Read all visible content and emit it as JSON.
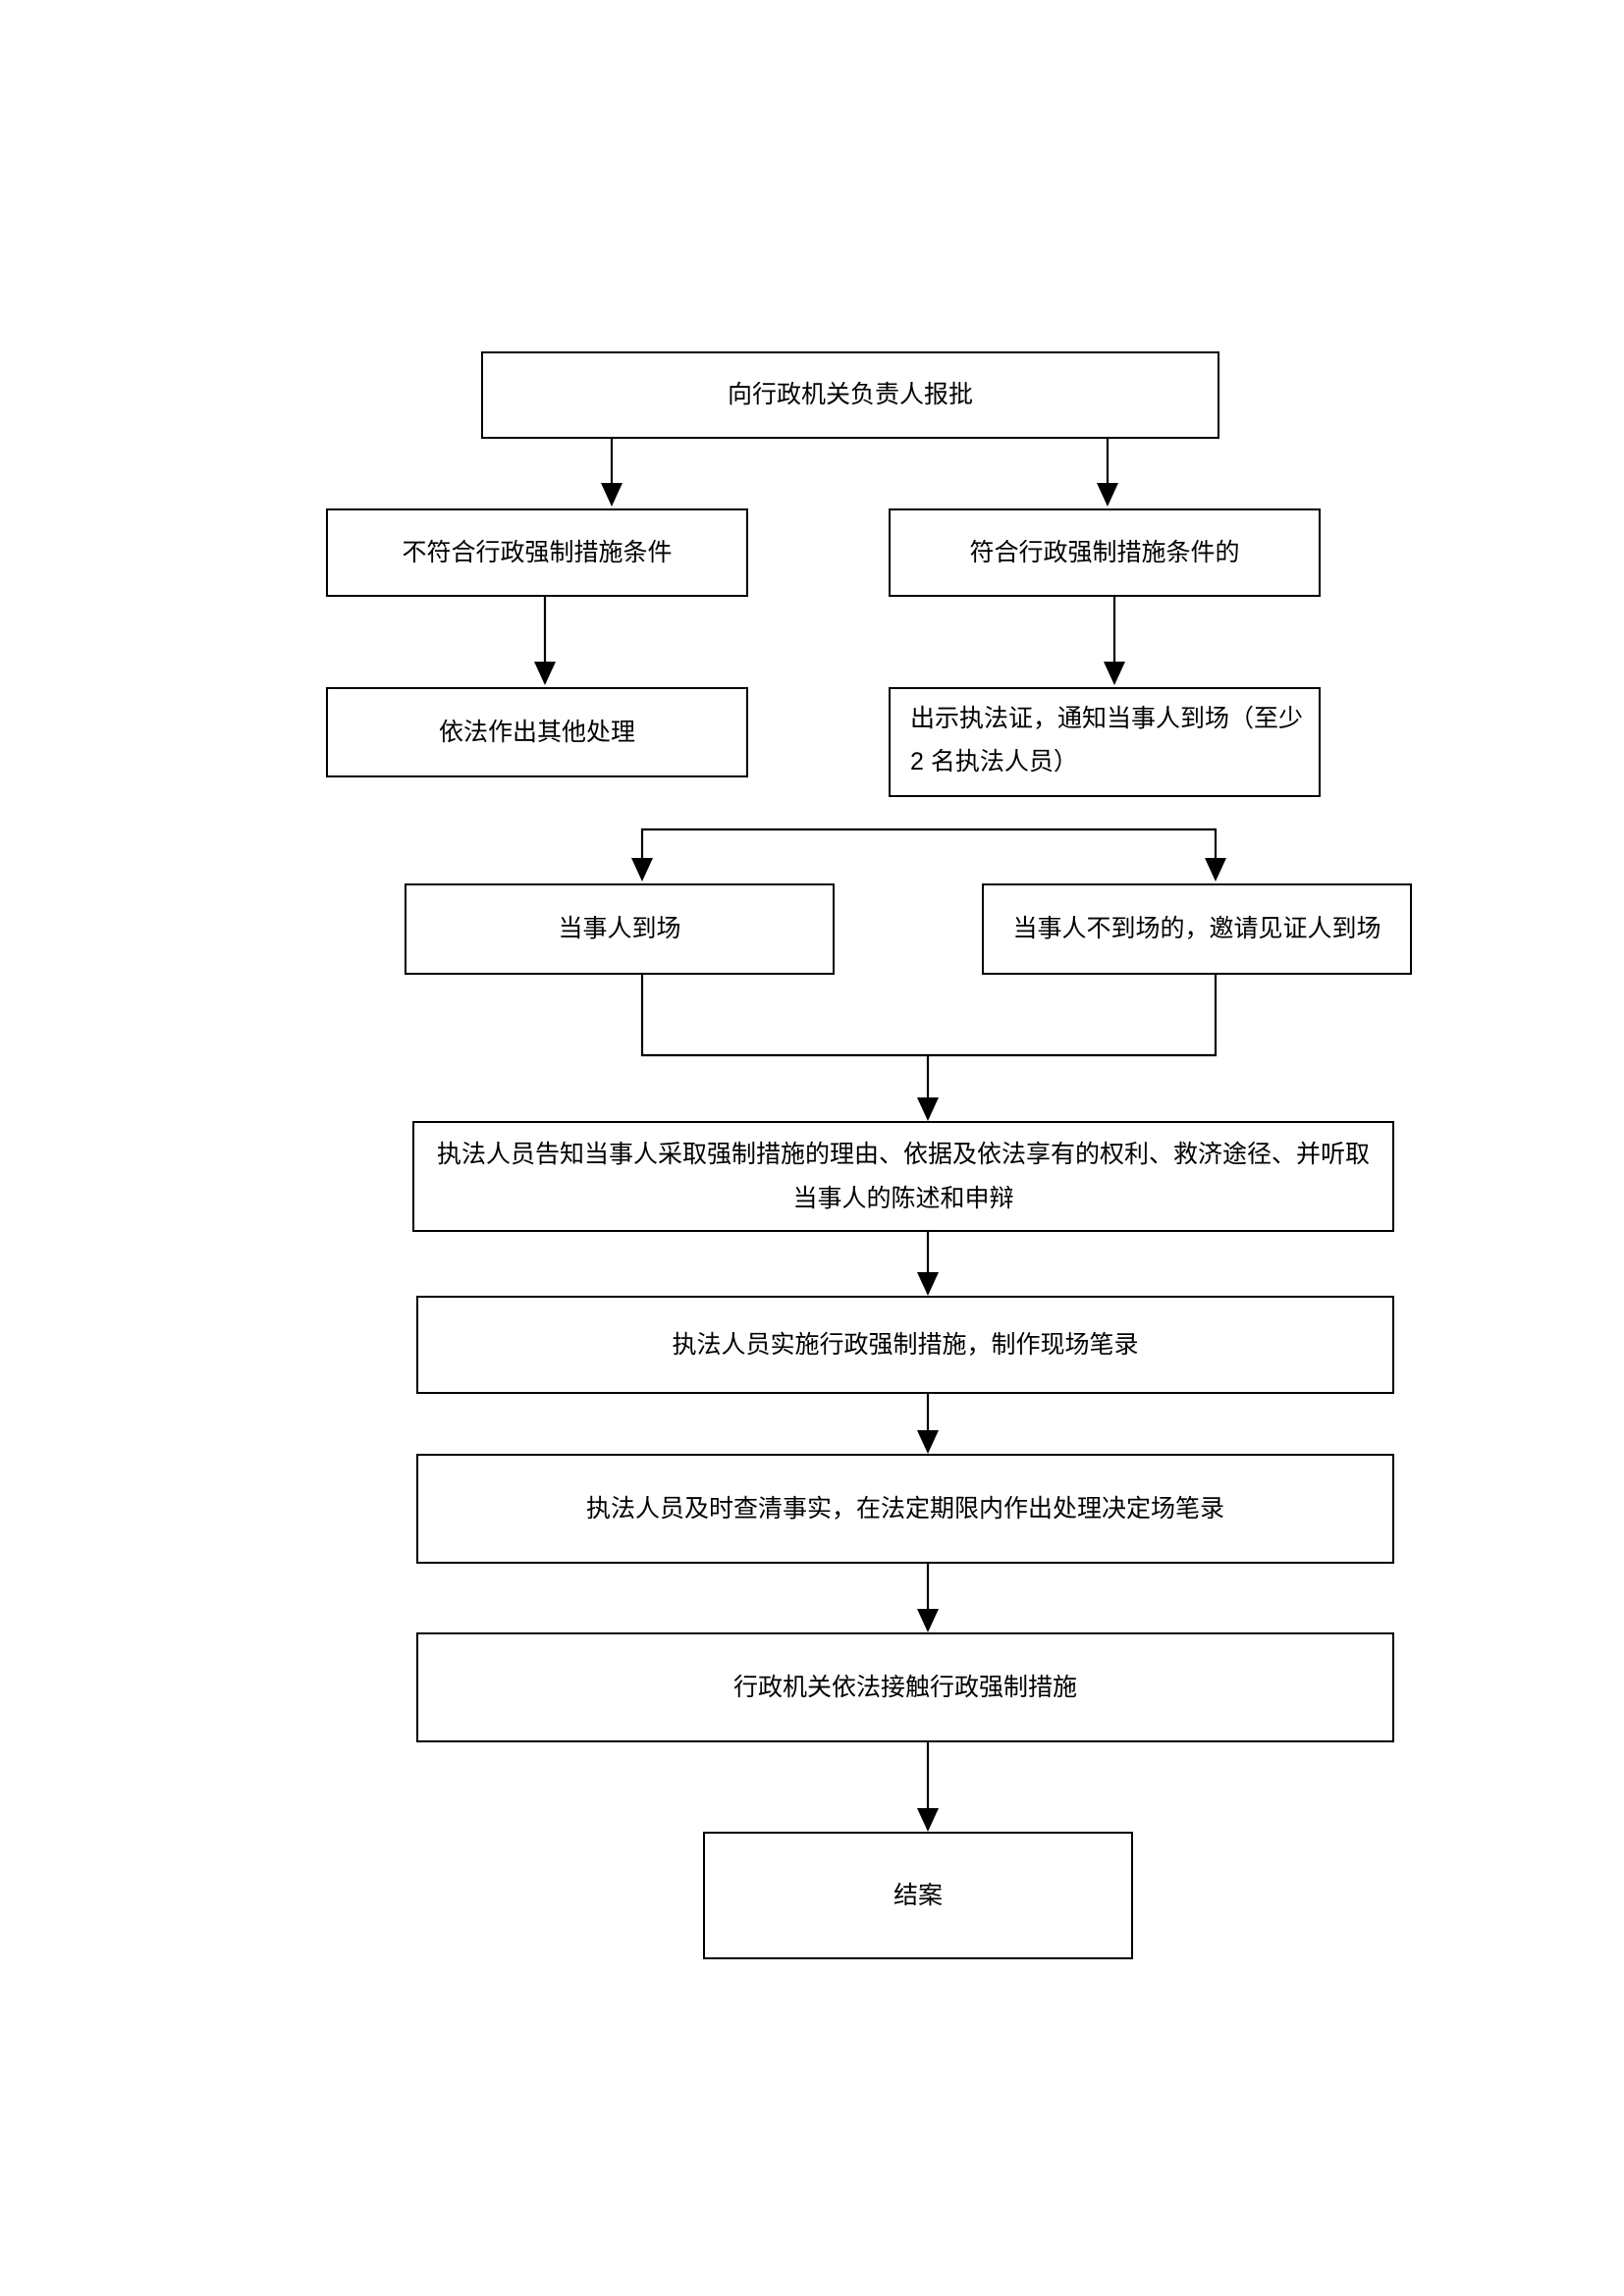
{
  "page": {
    "background_color": "#ffffff",
    "line_color": "#000000",
    "diagram_type": "flowchart"
  },
  "nodes": {
    "report": {
      "text": "向行政机关负责人报批"
    },
    "not_meet": {
      "text": "不符合行政强制措施条件"
    },
    "meet": {
      "text": "符合行政强制措施条件的"
    },
    "other": {
      "text": "依法作出其他处理"
    },
    "show_id": {
      "text": "出示执法证，通知当事人到场（至少\n2 名执法人员）"
    },
    "present": {
      "text": "当事人到场"
    },
    "absent": {
      "text": "当事人不到场的，邀请见证人到场"
    },
    "inform": {
      "text": "执法人员告知当事人采取强制措施的理由、依据及依法享有的权利、救济途径、并听取\n当事人的陈述和申辩"
    },
    "implement": {
      "text": "执法人员实施行政强制措施，制作现场笔录"
    },
    "decide": {
      "text": "执法人员及时查清事实，在法定期限内作出处理决定场笔录"
    },
    "lift": {
      "text": "行政机关依法接触行政强制措施"
    },
    "close": {
      "text": "结案"
    }
  },
  "edges": [
    {
      "from": "report",
      "to": "not_meet"
    },
    {
      "from": "report",
      "to": "meet"
    },
    {
      "from": "not_meet",
      "to": "other"
    },
    {
      "from": "meet",
      "to": "show_id"
    },
    {
      "from": "show_id",
      "to": "present"
    },
    {
      "from": "show_id",
      "to": "absent"
    },
    {
      "from": "present",
      "to": "inform"
    },
    {
      "from": "absent",
      "to": "inform"
    },
    {
      "from": "inform",
      "to": "implement"
    },
    {
      "from": "implement",
      "to": "decide"
    },
    {
      "from": "decide",
      "to": "lift"
    },
    {
      "from": "lift",
      "to": "close"
    }
  ]
}
